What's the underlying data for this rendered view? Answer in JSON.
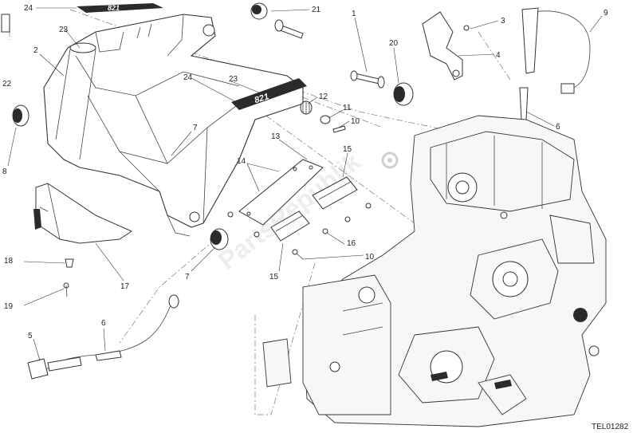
{
  "callouts": [
    {
      "id": "c1",
      "label": "1"
    },
    {
      "id": "c2",
      "label": "2"
    },
    {
      "id": "c3",
      "label": "3"
    },
    {
      "id": "c4",
      "label": "4"
    },
    {
      "id": "c5",
      "label": "5"
    },
    {
      "id": "c6a",
      "label": "6"
    },
    {
      "id": "c6b",
      "label": "6"
    },
    {
      "id": "c7a",
      "label": "7"
    },
    {
      "id": "c7b",
      "label": "7"
    },
    {
      "id": "c8",
      "label": "8"
    },
    {
      "id": "c9",
      "label": "9"
    },
    {
      "id": "c10a",
      "label": "10"
    },
    {
      "id": "c10b",
      "label": "10"
    },
    {
      "id": "c11",
      "label": "11"
    },
    {
      "id": "c12",
      "label": "12"
    },
    {
      "id": "c13",
      "label": "13"
    },
    {
      "id": "c14",
      "label": "14"
    },
    {
      "id": "c15a",
      "label": "15"
    },
    {
      "id": "c15b",
      "label": "15"
    },
    {
      "id": "c16",
      "label": "16"
    },
    {
      "id": "c17",
      "label": "17"
    },
    {
      "id": "c18",
      "label": "18"
    },
    {
      "id": "c19",
      "label": "19"
    },
    {
      "id": "c20",
      "label": "20"
    },
    {
      "id": "c21",
      "label": "21"
    },
    {
      "id": "c22",
      "label": "22"
    },
    {
      "id": "c23a",
      "label": "23"
    },
    {
      "id": "c23b",
      "label": "23"
    },
    {
      "id": "c24a",
      "label": "24"
    },
    {
      "id": "c24b",
      "label": "24"
    }
  ],
  "reference_code": "TEL01282",
  "decal_text": "821",
  "watermark": "PartsRepublik"
}
